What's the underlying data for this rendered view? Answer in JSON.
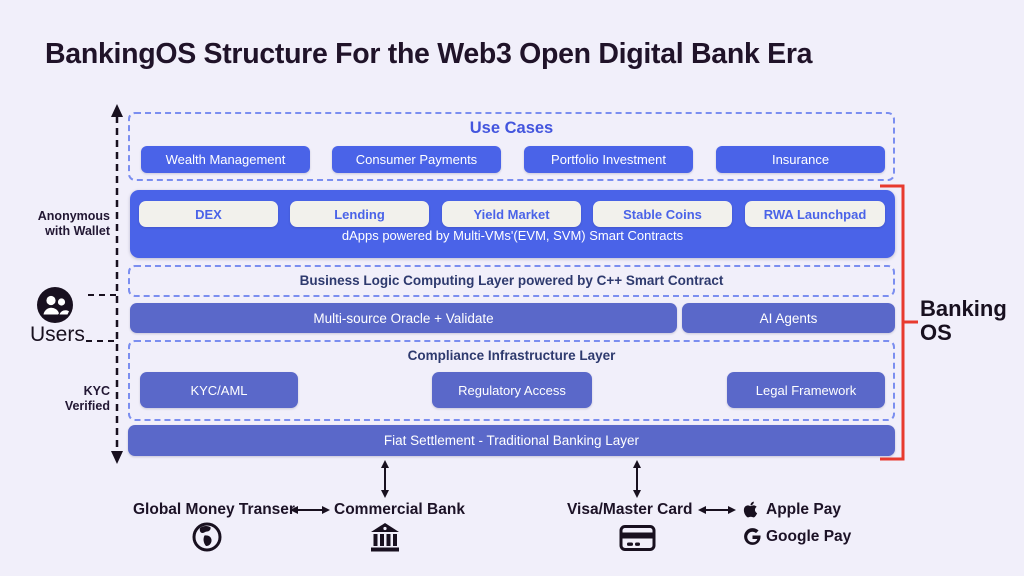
{
  "title": "BankingOS Structure For the Web3 Open Digital Bank Era",
  "use_cases": {
    "title": "Use Cases",
    "items": [
      "Wealth Management",
      "Consumer Payments",
      "Portfolio Investment",
      "Insurance"
    ]
  },
  "dapps": {
    "items": [
      "DEX",
      "Lending",
      "Yield Market",
      "Stable Coins",
      "RWA Launchpad"
    ],
    "caption": "dApps powered by Multi-VMs'(EVM, SVM) Smart Contracts"
  },
  "business_logic": {
    "label": "Business Logic Computing Layer powered by C++ Smart Contract"
  },
  "oracle_row": {
    "items": [
      "Multi-source Oracle + Validate",
      "AI Agents"
    ]
  },
  "compliance": {
    "title": "Compliance Infrastructure Layer",
    "items": [
      "KYC/AML",
      "Regulatory Access",
      "Legal Framework"
    ]
  },
  "fiat": {
    "label": "Fiat Settlement - Traditional Banking Layer"
  },
  "left": {
    "anonymous_line1": "Anonymous",
    "anonymous_line2": "with Wallet",
    "users": "Users",
    "kyc_line1": "KYC",
    "kyc_line2": "Verified"
  },
  "right": {
    "line1": "Banking",
    "line2": "OS"
  },
  "bottom": {
    "global_money": "Global Money Transer",
    "commercial_bank": "Commercial Bank",
    "visa": "Visa/Master Card",
    "apple_pay": "Apple Pay",
    "google_pay": "Google Pay"
  },
  "icons": {
    "users": "users-group-icon",
    "globe": "globe-icon",
    "bank": "bank-building-icon",
    "card": "credit-card-icon",
    "apple": "apple-logo-icon",
    "google": "google-g-icon"
  },
  "colors": {
    "background": "#f1effa",
    "bright_blue": "#4a63e8",
    "slate_blue": "#5a68c9",
    "dashed_border": "#7b8ef0",
    "navy_text": "#2e3a6e",
    "blue_text": "#4355de",
    "red_bracket": "#e83a2e",
    "dark_text": "#18101f",
    "light_pill": "#f2f1ec"
  }
}
